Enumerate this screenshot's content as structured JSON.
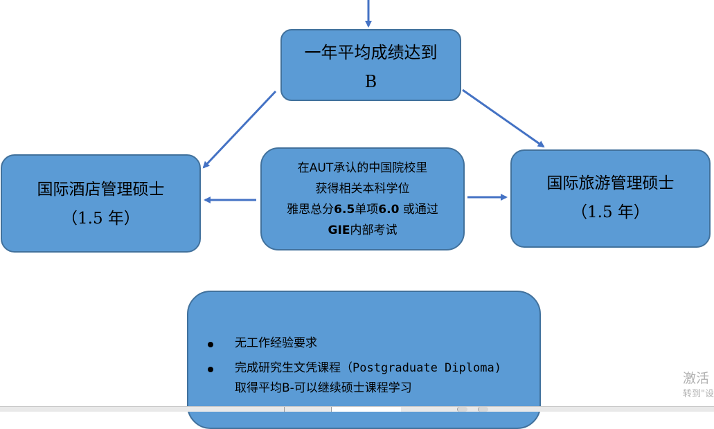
{
  "diagram": {
    "top_box": {
      "line1": "一年平均成绩达到",
      "line2": "B"
    },
    "left_box": {
      "line1": "国际酒店管理硕士",
      "line2": "（1.5 年）"
    },
    "right_box": {
      "line1": "国际旅游管理硕士",
      "line2": "（1.5 年）"
    },
    "middle_box": {
      "line1": "在AUT承认的中国院校里",
      "line2": "获得相关本科学位",
      "line3_pre": "雅思总分",
      "line3_num1": "6.5",
      "line3_mid": "单项",
      "line3_num2": "6.0",
      "line3_post": " 或通过",
      "line4_bold": "GIE",
      "line4_post": "内部考试"
    },
    "bottom_box": {
      "bullet1": "无工作经验要求",
      "bullet2": "完成研究生文凭课程（Postgraduate Diploma)",
      "bullet2_cont": "取得平均B-可以继续硕士课程学习"
    }
  },
  "watermark": {
    "line1": "激活",
    "line2": "转到\"设"
  },
  "colors": {
    "box_fill": "#5b9bd5",
    "box_border": "#41719c",
    "arrow": "#4472c4"
  }
}
